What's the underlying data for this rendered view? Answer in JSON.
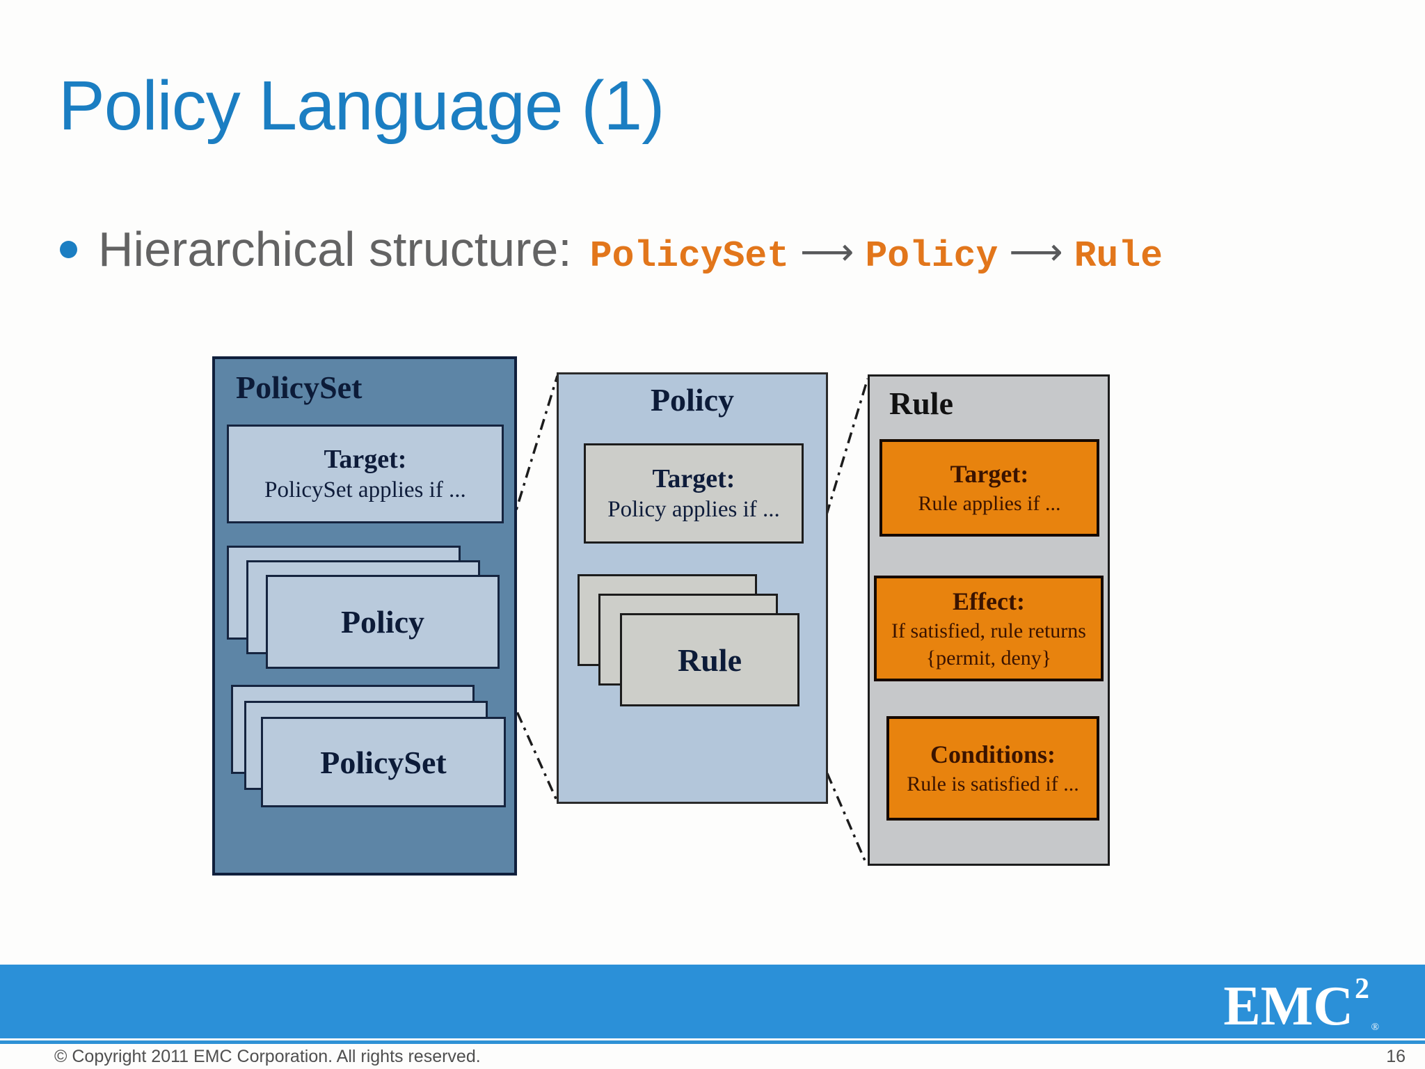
{
  "slide": {
    "title": "Policy Language (1)",
    "bullet": {
      "text": "Hierarchical structure:",
      "code1": "PolicySet",
      "code2": "Policy",
      "code3": "Rule",
      "arrow": "⟶"
    },
    "diagram": {
      "policyset_panel": {
        "title": "PolicySet",
        "target_heading": "Target:",
        "target_body": "PolicySet applies if ...",
        "policy_stack_label": "Policy",
        "policyset_stack_label": "PolicySet"
      },
      "policy_panel": {
        "title": "Policy",
        "target_heading": "Target:",
        "target_body": "Policy applies if ...",
        "rule_stack_label": "Rule"
      },
      "rule_panel": {
        "title": "Rule",
        "target_heading": "Target:",
        "target_body": "Rule applies if ...",
        "effect_heading": "Effect:",
        "effect_line1": "If satisfied, rule returns",
        "effect_line2": "{permit, deny}",
        "conditions_heading": "Conditions:",
        "conditions_body": "Rule is satisfied if ..."
      }
    },
    "footer": {
      "logo_text": "EMC",
      "logo_sup": "2",
      "logo_reg": "®",
      "copyright": "© Copyright 2011 EMC Corporation. All rights reserved.",
      "page_number": "16"
    },
    "colors": {
      "title_blue": "#1b7ec2",
      "body_gray": "#636363",
      "code_orange": "#e2761b",
      "arrow_gray": "#58595b",
      "policyset_panel_fill": "#5d85a6",
      "policy_panel_fill": "#b3c6da",
      "rule_panel_fill": "#c6c8ca",
      "inner_box_blue": "#b9cadc",
      "inner_box_gray": "#cccdc9",
      "orange_box_fill": "#e8830e",
      "footer_bar_blue": "#2b90d8"
    }
  }
}
